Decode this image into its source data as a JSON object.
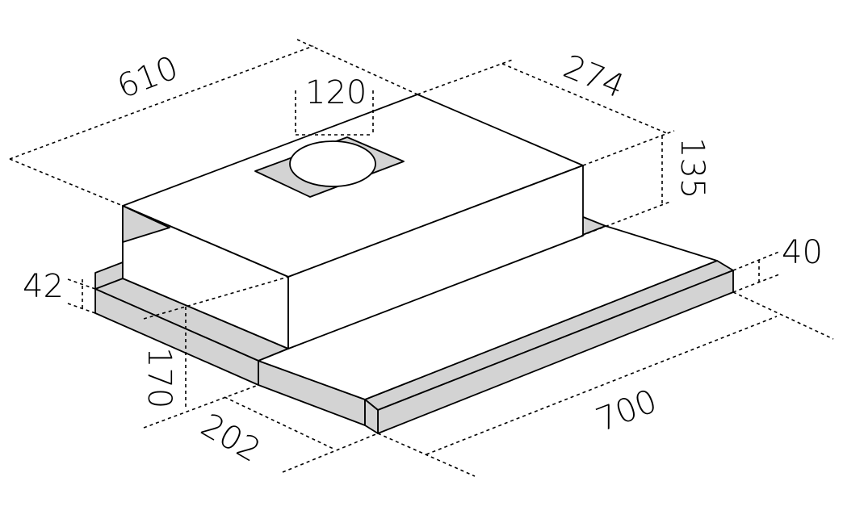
{
  "colors": {
    "line": "#000000",
    "metal": "#d3d3d3",
    "body": "#ffffff"
  },
  "dimensions": {
    "depth_total": "610",
    "outlet": "120",
    "width_upper": "274",
    "height_upper": "135",
    "tray_height": "42",
    "front_height": "40",
    "canopy_height": "170",
    "drawer_depth": "202",
    "width_total": "700"
  }
}
